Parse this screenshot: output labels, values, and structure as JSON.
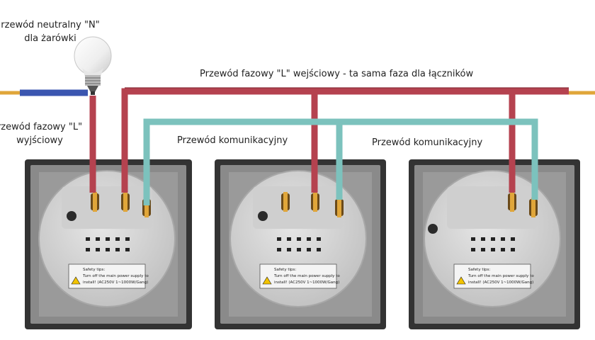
{
  "labels": {
    "neutral_line1": "rzewód neutralny \"N\"",
    "neutral_line2": "dla żarówki",
    "phase_in": "Przewód fazowy \"L\" wejściowy - ta sama faza dla łączników",
    "phase_out_line1": "rzewód fazowy \"L\"",
    "phase_out_line2": "wyjściowy",
    "comm_1": "Przewód komunikacyjny",
    "comm_2": "Przewód komunikacyjny"
  },
  "switches": [
    {
      "safety_title": "Safety tips:",
      "safety_line1": "Turn off the main power supply to",
      "safety_line2": "install! (AC250V  1~1000W/Gang)"
    },
    {
      "safety_title": "Safety tips:",
      "safety_line1": "Turn off the main power supply to",
      "safety_line2": "install! (AC250V  1~1000W/Gang)"
    },
    {
      "safety_title": "Safety tips:",
      "safety_line1": "Turn off the main power supply to",
      "safety_line2": "install! (AC250V  1~1000W/Gang)"
    }
  ],
  "colors": {
    "phase_wire": "#b5424f",
    "comm_wire": "#7cc2bd",
    "neutral_wire": "#3b56b0",
    "copper": "#e0a63a",
    "frame": "#3a3a3a",
    "plate": "#8f8f8f",
    "module": "#d6d6d6"
  }
}
